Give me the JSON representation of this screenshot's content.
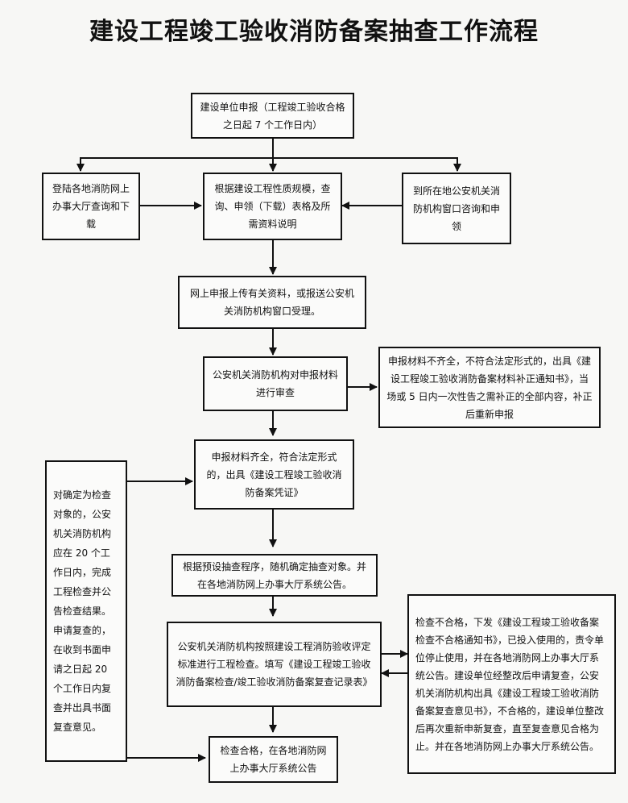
{
  "title": "建设工程竣工验收消防备案抽查工作流程",
  "nodes": {
    "apply": "建设单位申报（工程竣工验收合格之日起 7 个工作日内）",
    "online_hall": "登陆各地消防网上办事大厅查询和下载",
    "query_forms": "根据建设工程性质规模，查询、申领（下载）表格及所需资料说明",
    "local_office": "到所在地公安机关消防机构窗口咨询和申领",
    "submit": "网上申报上传有关资料，或报送公安机关消防机构窗口受理。",
    "review": "公安机关消防机构对申报材料进行审查",
    "incomplete": "申报材料不齐全，不符合法定形式的，出具《建设工程竣工验收消防备案材料补正通知书》，当场或 5 日内一次性告之需补正的全部内容，补正后重新申报",
    "voucher": "申报材料齐全，符合法定形式的，出具《建设工程竣工验收消防备案凭证》",
    "sample_check": "对确定为检查对象的，公安机关消防机构应在 20 个工作日内，完成工程检查并公告检查结果。申请复查的，在收到书面申请之日起 20 个工作日内复查并出具书面复查意见。",
    "random_select": "根据预设抽查程序，随机确定抽查对象。并在各地消防网上办事大厅系统公告。",
    "inspection": "公安机关消防机构按照建设工程消防验收评定标准进行工程检查。填写《建设工程竣工验收消防备案检查/竣工验收消防备案复查记录表》",
    "fail": "检查不合格，下发《建设工程竣工验收备案检查不合格通知书》，已投入使用的，责令单位停止使用，并在各地消防网上办事大厅系统公告。建设单位经整改后申请复查，公安机关消防机构出具《建设工程竣工验收消防备案复查意见书》，不合格的，建设单位整改后再次重新申新复查，直至复查意见合格为止。并在各地消防网上办事大厅系统公告。",
    "pass": "检查合格，在各地消防网上办事大厅系统公告"
  }
}
